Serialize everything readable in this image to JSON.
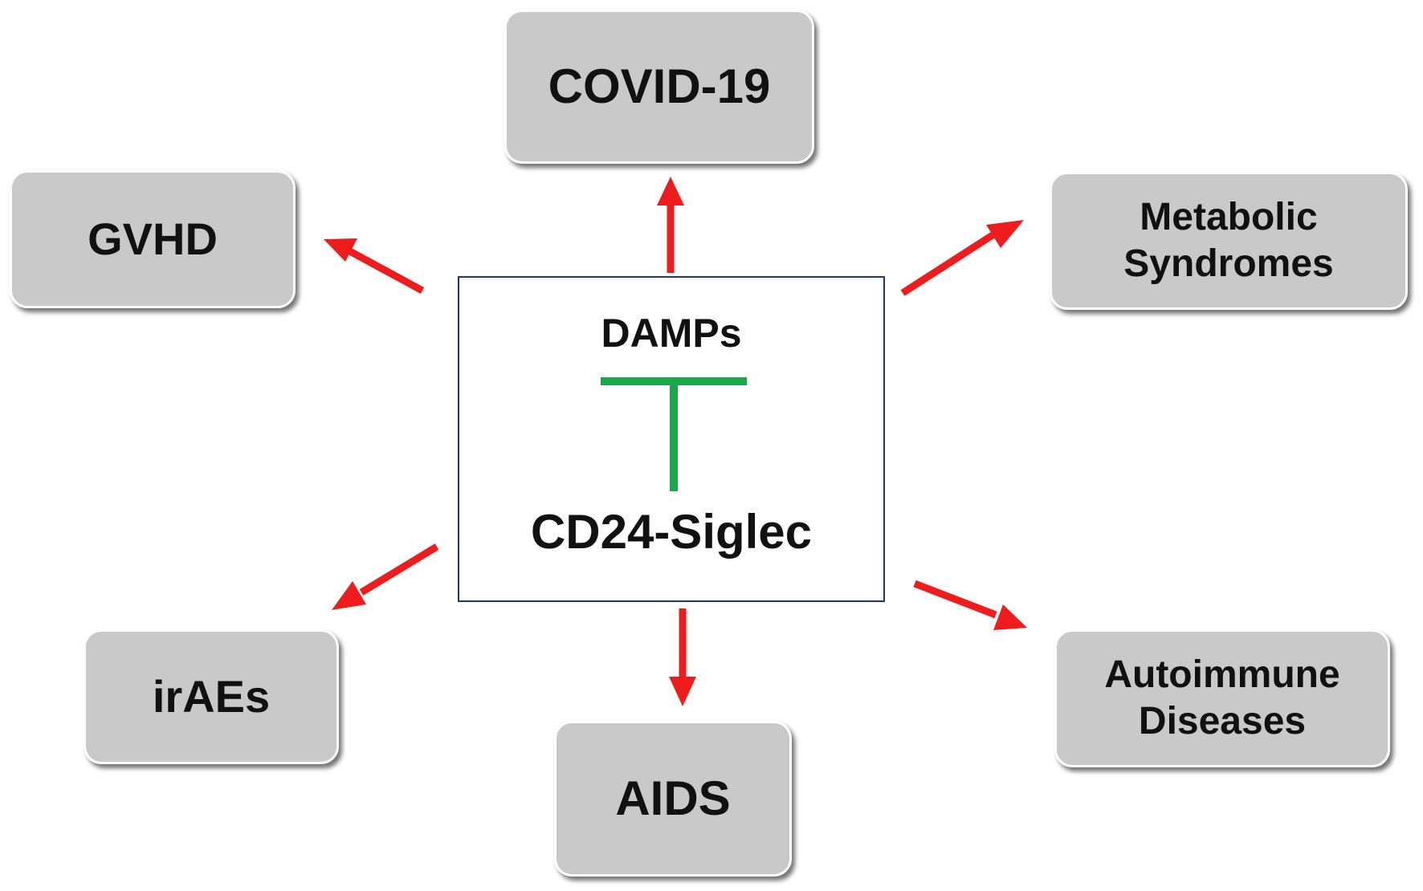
{
  "diagram": {
    "center": {
      "top_label": "DAMPs",
      "bottom_label": "CD24-Siglec",
      "inhibition_color": "#1aa64a"
    },
    "arrow_color": "#ee1c1c",
    "node_fill": "#c9c9c9",
    "nodes": {
      "covid": {
        "line1": "COVID-19"
      },
      "gvhd": {
        "line1": "GVHD"
      },
      "metabolic": {
        "line1": "Metabolic",
        "line2": "Syndromes"
      },
      "irae": {
        "line1": "irAEs"
      },
      "aids": {
        "line1": "AIDS"
      },
      "autoimmune": {
        "line1": "Autoimmune",
        "line2": "Diseases"
      }
    }
  }
}
